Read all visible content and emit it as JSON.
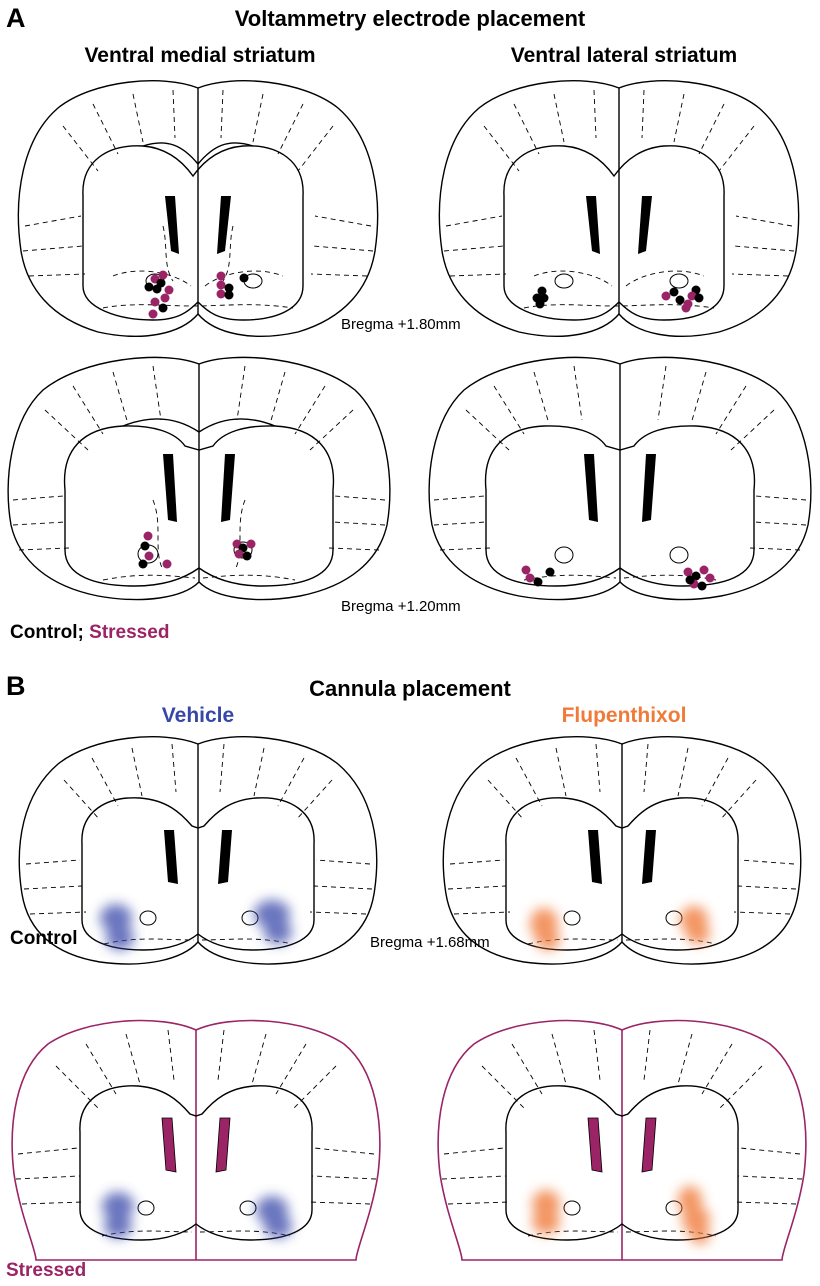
{
  "panel_a": {
    "letter": "A",
    "title": "Voltammetry electrode placement",
    "col_left": "Ventral medial striatum",
    "col_right": "Ventral lateral striatum",
    "bregma_row1": "Bregma +1.80mm",
    "bregma_row2": "Bregma +1.20mm",
    "legend_control": "Control;",
    "legend_stressed": "Stressed"
  },
  "panel_b": {
    "letter": "B",
    "title": "Cannula placement",
    "col_left": "Vehicle",
    "col_right": "Flupenthixol",
    "row1_label": "Control",
    "row2_label": "Stressed",
    "bregma": "Bregma +1.68mm"
  },
  "colors": {
    "control": "#000000",
    "stressed": "#9b2466",
    "vehicle": "#3747a8",
    "flupenthixol": "#f07a3a"
  },
  "icons": [
    "coronal-brain-section-icon",
    "electrode-placement-dot-icon",
    "cannula-placement-shading-icon"
  ]
}
